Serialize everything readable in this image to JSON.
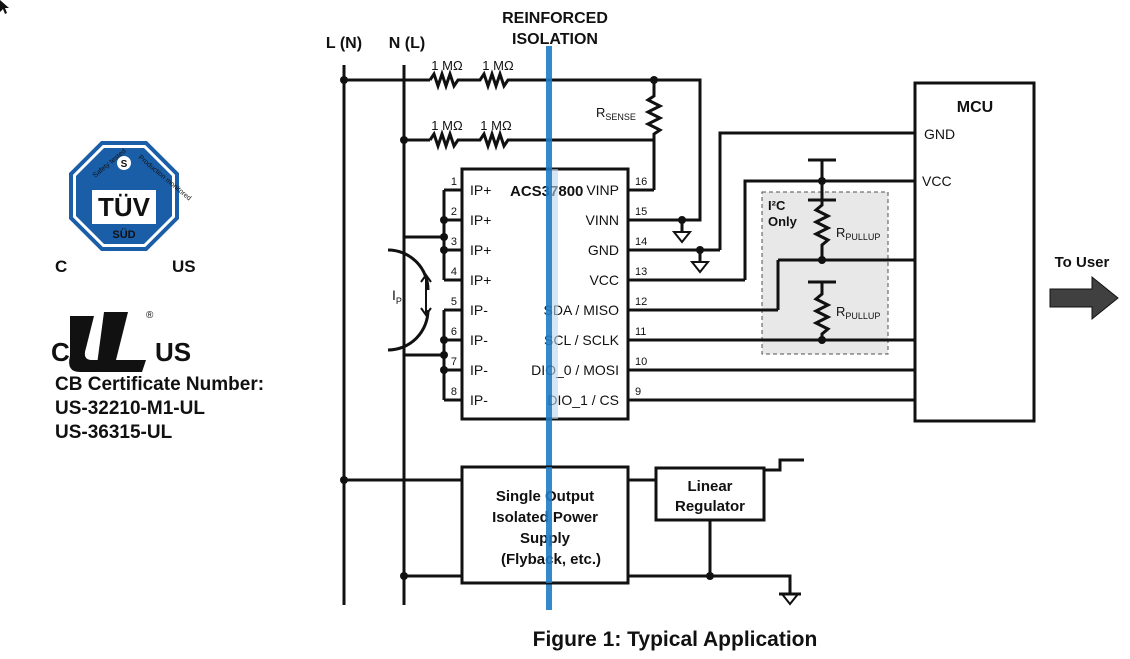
{
  "isolation": {
    "line1": "REINFORCED",
    "line2": "ISOLATION"
  },
  "mains": {
    "live": "L (N)",
    "neutral": "N (L)"
  },
  "resistors": {
    "r1": "1 MΩ",
    "r2": "1 MΩ",
    "r3": "1 MΩ",
    "r4": "1 MΩ",
    "rsense_main": "R",
    "rsense_sub": "SENSE",
    "pullup_main": "R",
    "pullup_sub": "PULLUP"
  },
  "ic": {
    "name": "ACS37800",
    "left_pins": [
      {
        "num": "1",
        "label": "IP+"
      },
      {
        "num": "2",
        "label": "IP+"
      },
      {
        "num": "3",
        "label": "IP+"
      },
      {
        "num": "4",
        "label": "IP+"
      },
      {
        "num": "5",
        "label": "IP-"
      },
      {
        "num": "6",
        "label": "IP-"
      },
      {
        "num": "7",
        "label": "IP-"
      },
      {
        "num": "8",
        "label": "IP-"
      }
    ],
    "right_pins": [
      {
        "num": "16",
        "label": "VINP"
      },
      {
        "num": "15",
        "label": "VINN"
      },
      {
        "num": "14",
        "label": "GND"
      },
      {
        "num": "13",
        "label": "VCC"
      },
      {
        "num": "12",
        "label": "SDA / MISO"
      },
      {
        "num": "11",
        "label": "SCL / SCLK"
      },
      {
        "num": "10",
        "label": "DIO_0 / MOSI"
      },
      {
        "num": "9",
        "label": "DIO_1 / CS"
      }
    ]
  },
  "current": {
    "main": "I",
    "sub": "P"
  },
  "i2c": {
    "line1": "I²C",
    "line2": "Only"
  },
  "mcu": {
    "title": "MCU",
    "gnd": "GND",
    "vcc": "VCC"
  },
  "to_user": "To User",
  "power_supply": [
    "Single Output",
    "Isolated Power",
    "Supply",
    "(Flyback, etc.)"
  ],
  "regulator": [
    "Linear",
    "Regulator"
  ],
  "caption": "Figure 1: Typical Application",
  "logos": {
    "tuv_main": "TÜV",
    "tuv_sub": "SÜD",
    "tuv_c": "C",
    "tuv_us": "US",
    "tuv_ring_left": "Safety tested",
    "tuv_ring_right": "Production monitored",
    "ul_c": "C",
    "ul_us": "US",
    "ul_mark": "UL",
    "ul_reg": "®"
  },
  "certificate": {
    "line1": "CB Certificate Number:",
    "line2": "US-32210-M1-UL",
    "line3": "US-36315-UL"
  },
  "colors": {
    "isolation_bar": "#1f7bc3",
    "isolation_text": "#1f7bc3",
    "tuv_blue": "#1a5ea8",
    "i2c_box": "#e4e4e4",
    "arrow": "#404040"
  }
}
